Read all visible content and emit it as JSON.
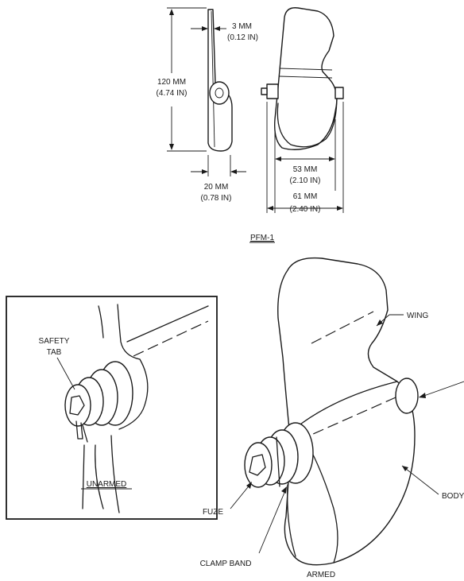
{
  "top_view": {
    "height_mm": "120 MM",
    "height_in": "(4.74 IN)",
    "thickness_mm": "3 MM",
    "thickness_in": "(0.12 IN)",
    "depth_mm": "20 MM",
    "depth_in": "(0.78 IN)",
    "inner_width_mm": "53 MM",
    "inner_width_in": "(2.10 IN)",
    "outer_width_mm": "61 MM",
    "outer_width_in": "(2.40 IN)",
    "designation": "PFM-1"
  },
  "inset": {
    "safety_tab_line1": "SAFETY",
    "safety_tab_line2": "TAB",
    "caption": "UNARMED"
  },
  "main_view": {
    "wing": "WING",
    "body": "BODY",
    "fuze": "FUZE",
    "clamp_band": "CLAMP BAND",
    "caption": "ARMED"
  }
}
